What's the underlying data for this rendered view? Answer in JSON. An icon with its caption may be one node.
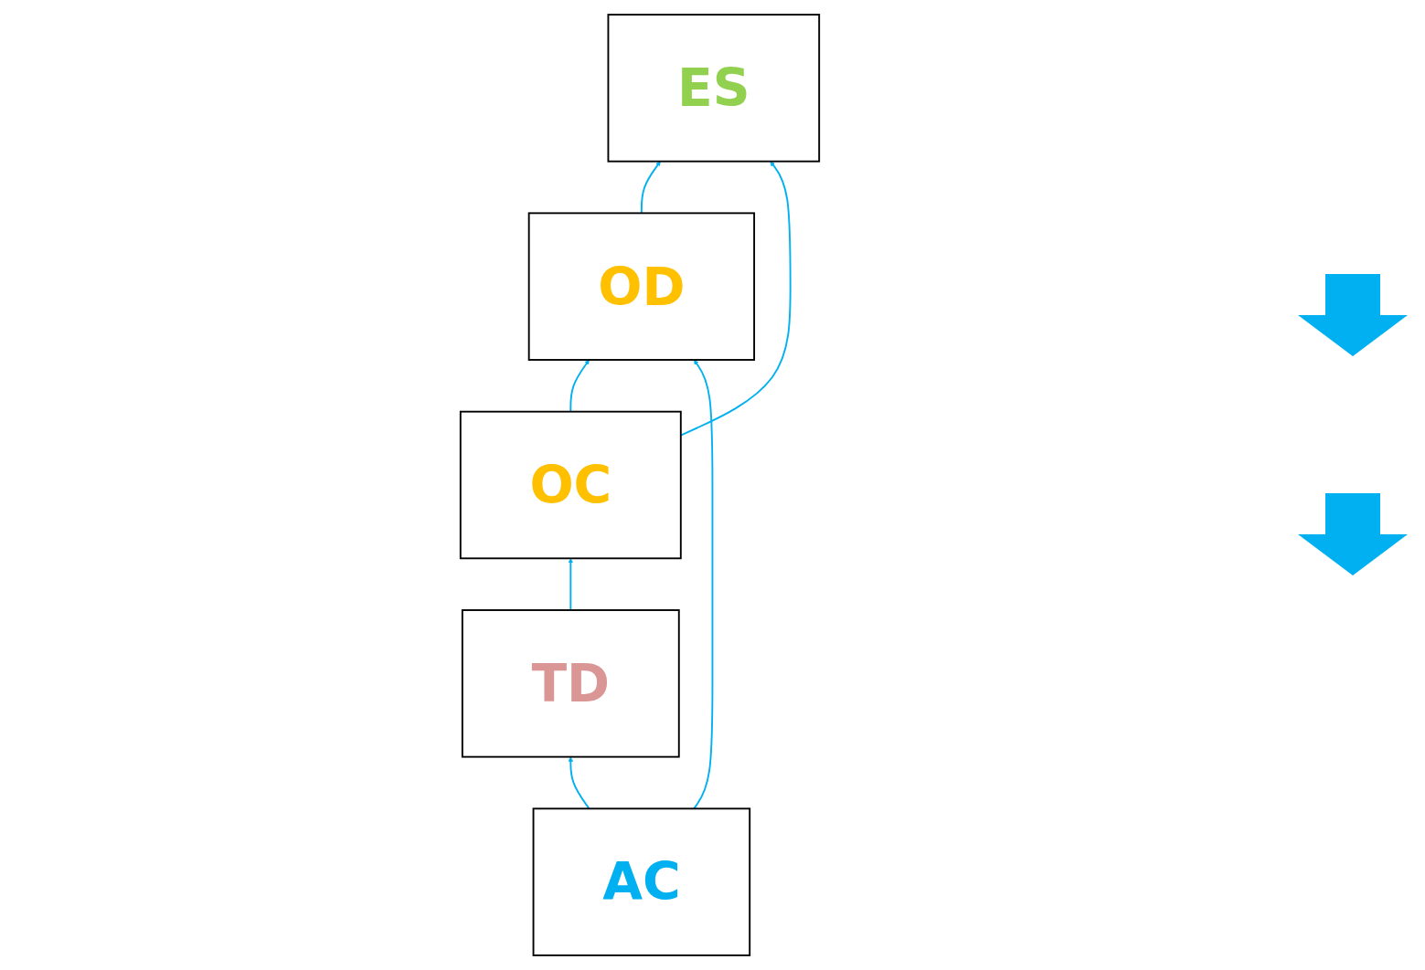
{
  "diagram": {
    "nodes": [
      {
        "text": [
          "ES"
        ]
      },
      {
        "text": [
          "OD"
        ]
      },
      {
        "text": [
          "OC"
        ]
      },
      {
        "text": [
          "AC"
        ]
      },
      {
        "text": [
          "TD"
        ]
      }
    ],
    "edges": [
      {
        "from": 1,
        "to": 0,
        "arrow": "to"
      },
      {
        "from": 2,
        "to": 0,
        "arrow": "to"
      },
      {
        "from": 2,
        "to": 1,
        "arrow": "to"
      },
      {
        "from": 3,
        "to": 1,
        "arrow": "to"
      },
      {
        "from": 4,
        "to": 2,
        "arrow": "to"
      },
      {
        "from": 3,
        "to": 4,
        "arrow": "to"
      }
    ]
  }
}
